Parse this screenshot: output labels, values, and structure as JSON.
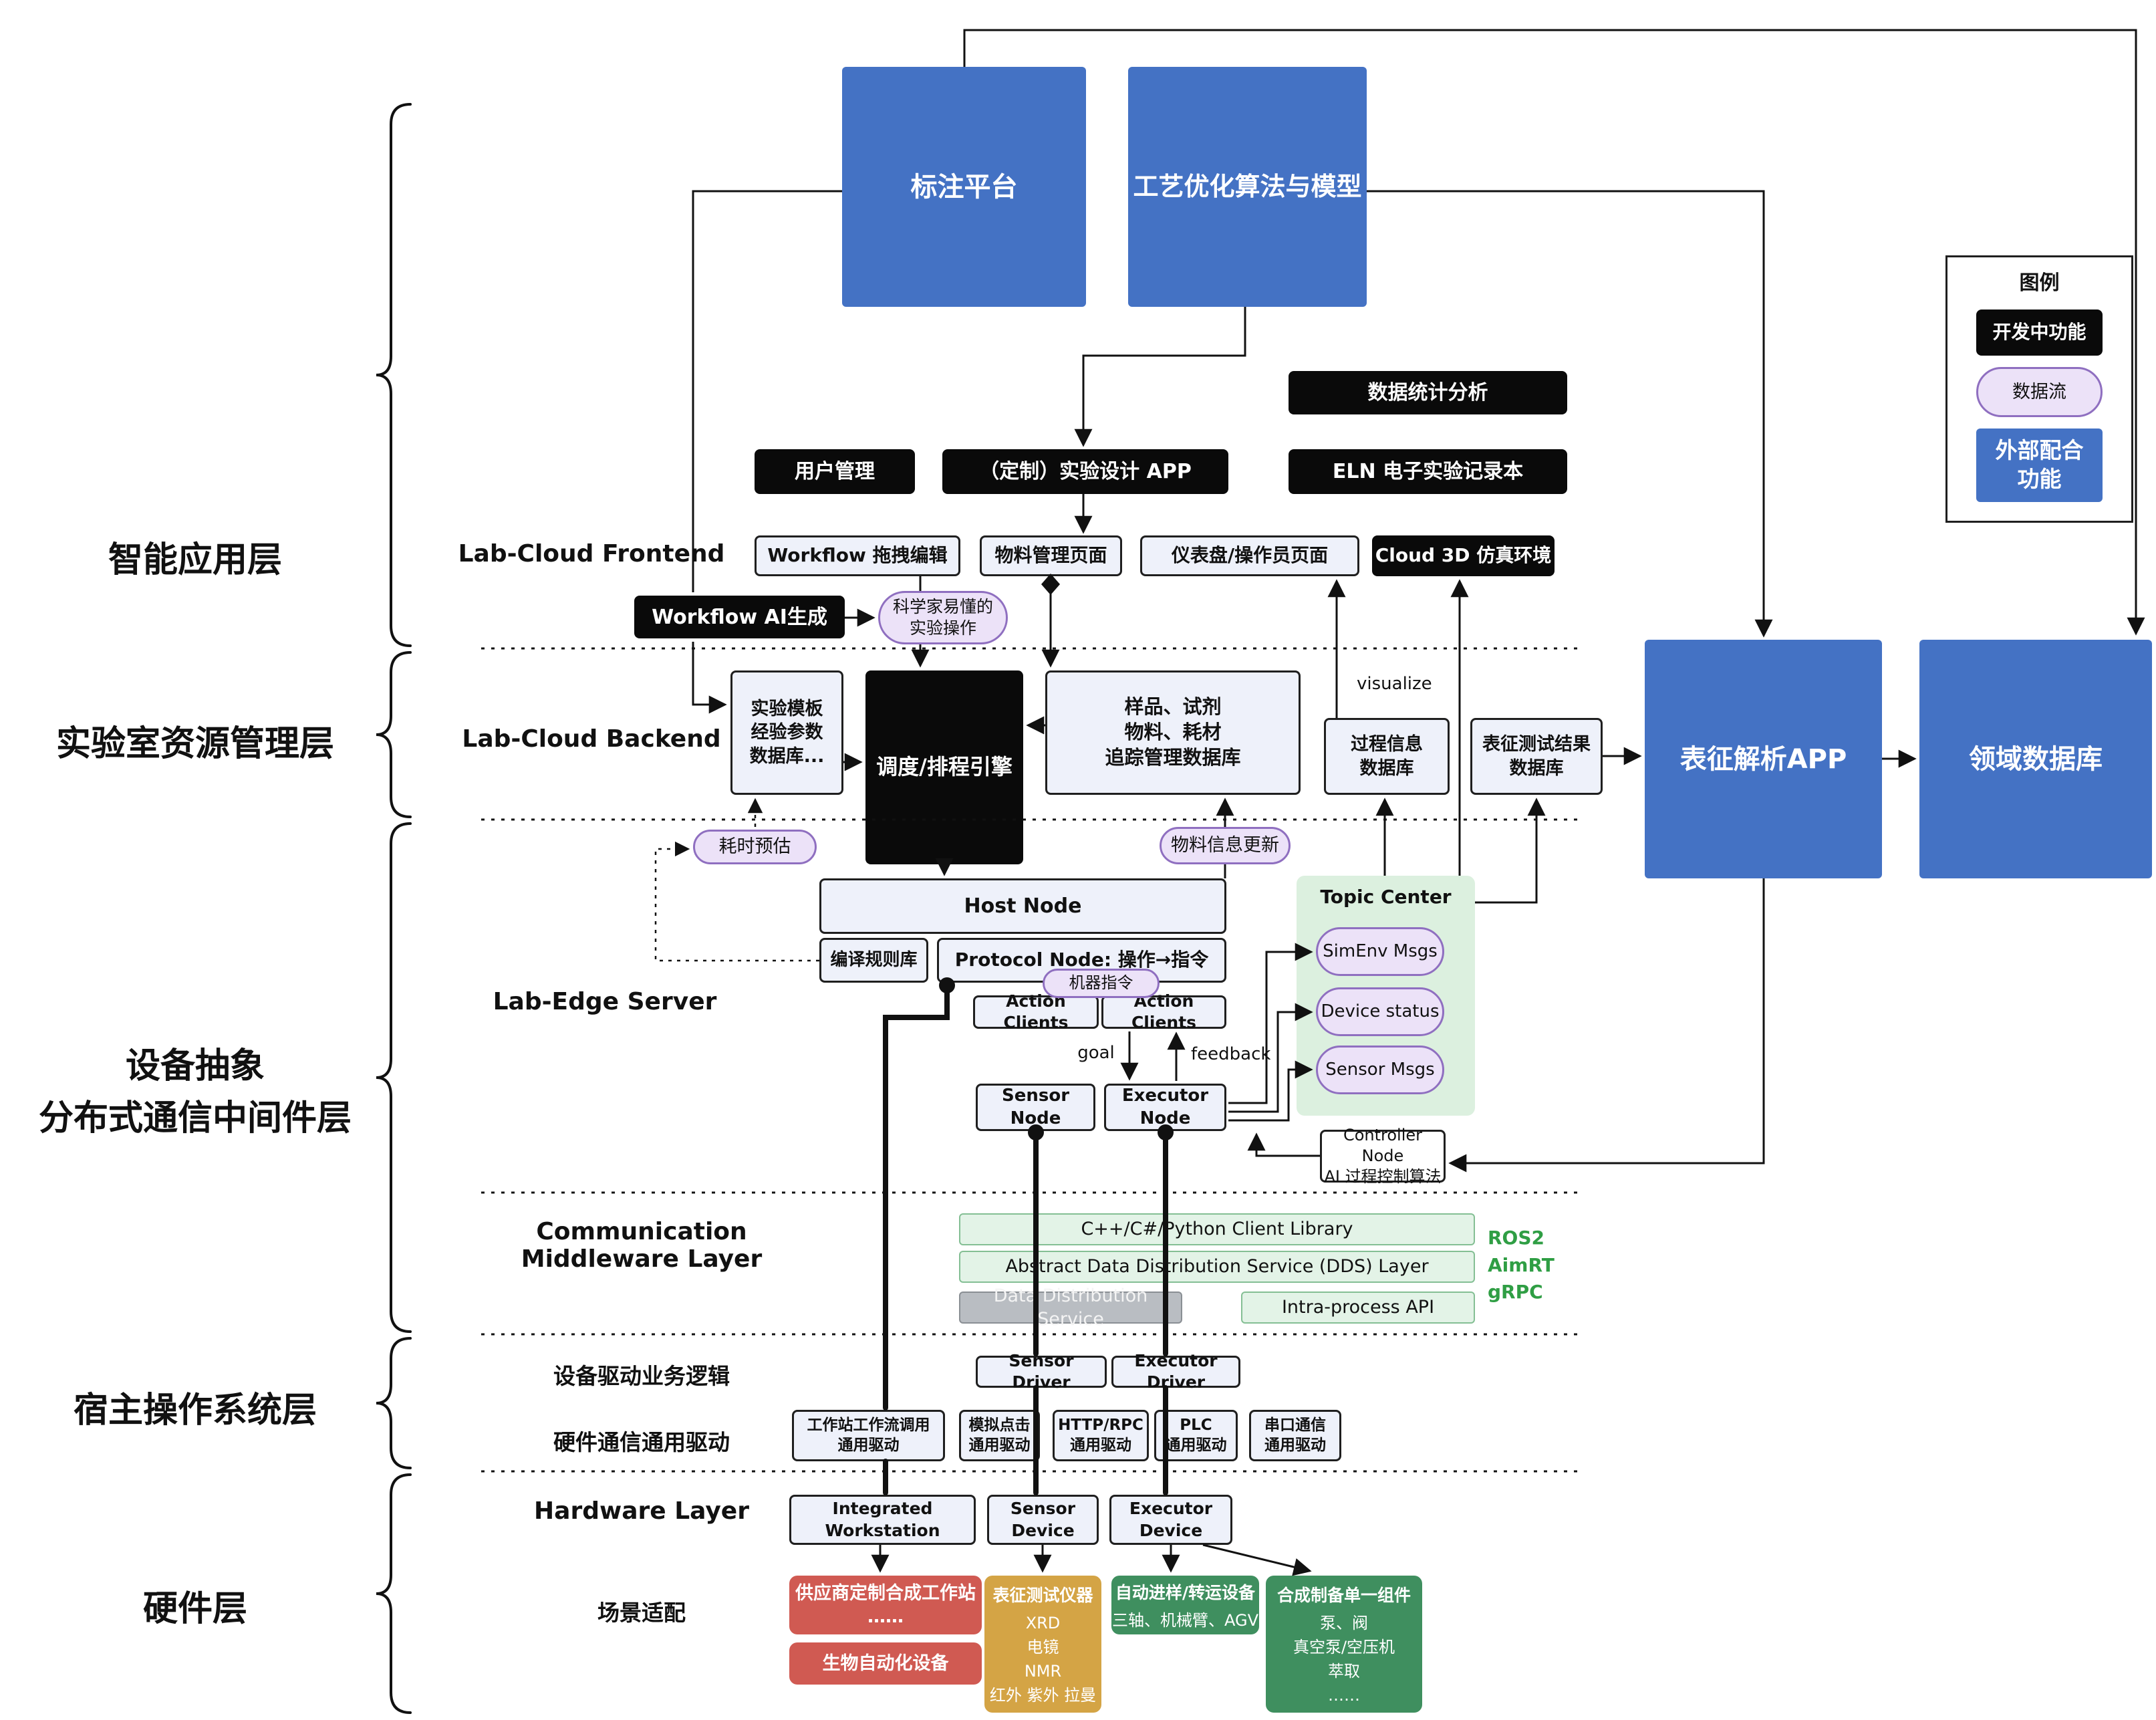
{
  "top": {
    "annotation_platform": "标注平台",
    "process_opt": "工艺优化算法与模型"
  },
  "legend": {
    "title": "图例",
    "dev_feature": "开发中功能",
    "data_flow": "数据流",
    "external_feature": "外部配合\n功能"
  },
  "app_layer": {
    "label": "智能应用层",
    "stats": "数据统计分析",
    "user_mgmt": "用户管理",
    "custom_app": "（定制）实验设计 APP",
    "eln": "ELN 电子实验记录本",
    "frontend_label": "Lab-Cloud Frontend",
    "wf_edit": "Workflow 拖拽编辑",
    "material_page": "物料管理页面",
    "dashboard": "仪表盘/操作员页面",
    "cloud3d": "Cloud 3D 仿真环境",
    "wf_ai": "Workflow AI生成",
    "sci_ops": "科学家易懂的\n实验操作"
  },
  "resource_layer": {
    "label": "实验室资源管理层",
    "backend_label": "Lab-Cloud Backend",
    "template_db": "实验模板\n经验参数\n数据库...",
    "scheduler": "调度/排程引擎",
    "tracking_db": "样品、试剂\n物料、耗材\n追踪管理数据库",
    "process_db": "过程信息\n数据库",
    "visualize": "visualize",
    "char_result_db": "表征测试结果\n数据库",
    "char_app": "表征解析APP",
    "domain_db": "领域数据库",
    "time_est": "耗时预估",
    "material_update": "物料信息更新"
  },
  "edge_layer": {
    "label_line1": "设备抽象",
    "label_line2": "分布式通信中间件层",
    "edge_label": "Lab-Edge Server",
    "host_node": "Host Node",
    "compile_lib": "编译规则库",
    "protocol_node": "Protocol Node: 操作→指令",
    "machine_cmd": "机器指令",
    "action_clients": "Action Clients",
    "goal": "goal",
    "feedback": "feedback",
    "sensor_node": "Sensor Node",
    "executor_node": "Executor Node",
    "topic_center": "Topic Center",
    "simenv_msgs": "SimEnv Msgs",
    "device_status": "Device status",
    "sensor_msgs": "Sensor Msgs",
    "controller_node": "Controller Node\nAI 过程控制算法"
  },
  "comm_layer": {
    "label": "Communication\nMiddleware Layer",
    "client_lib": "C++/C#/Python Client Library",
    "dds_abstract": "Abstract Data Distribution Service (DDS) Layer",
    "dds": "Data Distribution Service",
    "intra_api": "Intra-process API",
    "stack": "ROS2\nAimRT\ngRPC"
  },
  "os_layer": {
    "label": "宿主操作系统层",
    "driver_logic": "设备驱动业务逻辑",
    "sensor_driver": "Sensor Driver",
    "executor_driver": "Executor Driver",
    "hw_comm": "硬件通信通用驱动",
    "drv_workstation": "工作站工作流调用\n通用驱动",
    "drv_click": "模拟点击\n通用驱动",
    "drv_http": "HTTP/RPC\n通用驱动",
    "drv_plc": "PLC\n通用驱动",
    "drv_serial": "串口通信\n通用驱动"
  },
  "hw_layer": {
    "label": "硬件层",
    "hardware_label": "Hardware Layer",
    "integrated_workstation": "Integrated Workstation",
    "sensor_device": "Sensor Device",
    "executor_device": "Executor Device",
    "scene_label": "场景适配",
    "vendor_ws": "供应商定制合成工作站\n……",
    "bio_auto": "生物自动化设备",
    "char_inst_title": "表征测试仪器",
    "char_inst_items": "XRD\n电镜\nNMR\n红外 紫外 拉曼\n……",
    "transfer_title": "自动进样/转运设备",
    "transfer_items": "三轴、机械臂、AGV",
    "synth_title": "合成制备单一组件",
    "synth_items": "泵、阀\n真空泵/空压机\n萃取\n……"
  },
  "colors": {
    "blue": "#4472c4",
    "black": "#0a0a0a",
    "light_bg": "#eef1fa",
    "pill_bg": "#ece2f8",
    "pill_border": "#8f6fc0",
    "topic_bg": "#dcf0df",
    "comm_bg": "#e3f3e7",
    "comm_border": "#84bf94",
    "gray": "#b9bdc2",
    "red": "#d05a52",
    "gold": "#d4a445",
    "hw_green": "#3f8f5f",
    "stack_green": "#2f9e44"
  }
}
